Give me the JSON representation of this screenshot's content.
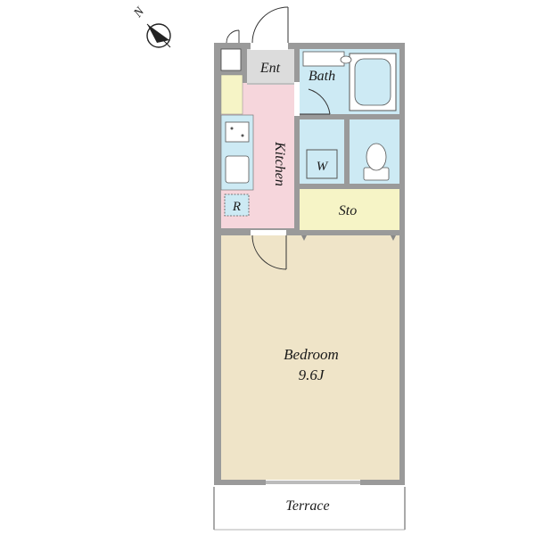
{
  "compass": {
    "north_label": "N",
    "icon": "north-arrow-icon"
  },
  "rooms": {
    "entrance": "Ent",
    "bath": "Bath",
    "kitchen": "Kitchen",
    "washer": "W",
    "refrigerator": "R",
    "storage": "Sto",
    "bedroom": "Bedroom",
    "bedroom_size": "9.6J",
    "terrace": "Terrace"
  },
  "colors": {
    "wall": "#9a9a9a",
    "entrance": "#dcdcdc",
    "kitchen": "#f6d6dc",
    "bath": "#cdeaf4",
    "storage": "#f6f4c6",
    "bedroom": "#efe4c8",
    "fixture": "#cdeaf4"
  }
}
